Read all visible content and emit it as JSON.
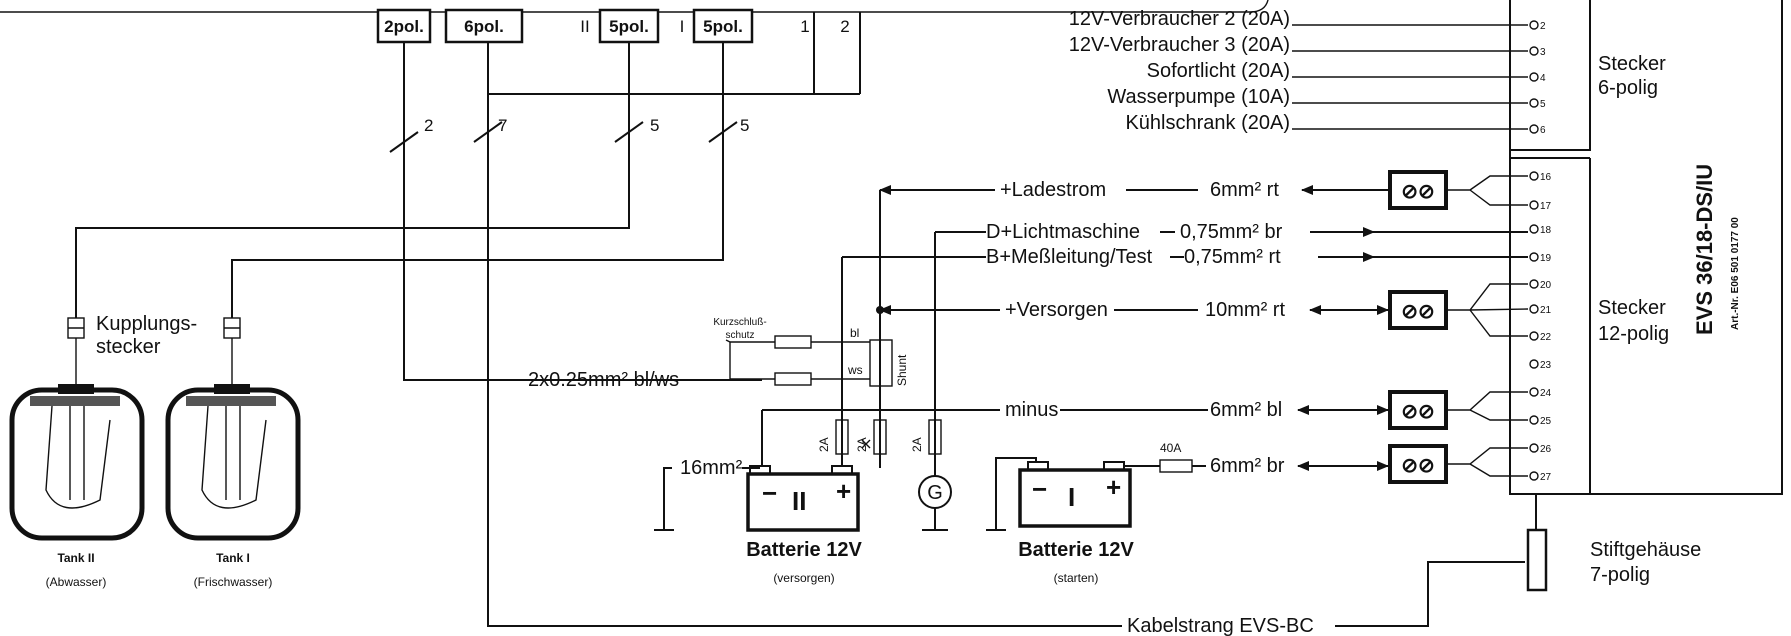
{
  "connectors": {
    "c2pol": "2pol.",
    "c6pol": "6pol.",
    "roman2": "II",
    "c5pol_a": "5pol.",
    "roman1": "I",
    "c5pol_b": "5pol.",
    "num1": "1",
    "num2": "2"
  },
  "wire_counts": {
    "w2": "2",
    "w7": "7",
    "w5a": "5",
    "w5b": "5"
  },
  "consumers": {
    "v2": "12V-Verbraucher 2 (20A)",
    "v3": "12V-Verbraucher 3 (20A)",
    "sofort": "Sofortlicht (20A)",
    "pumpe": "Wasserpumpe (10A)",
    "kuehl": "Kühlschrank (20A)"
  },
  "pins": {
    "p2": "2",
    "p3": "3",
    "p4": "4",
    "p5": "5",
    "p6": "6",
    "p16": "16",
    "p17": "17",
    "p18": "18",
    "p19": "19",
    "p20": "20",
    "p21": "21",
    "p22": "22",
    "p23": "23",
    "p24": "24",
    "p25": "25",
    "p26": "26",
    "p27": "27"
  },
  "stecker6": {
    "line1": "Stecker",
    "line2": "6-polig"
  },
  "stecker12": {
    "line1": "Stecker",
    "line2": "12-polig"
  },
  "stift": {
    "line1": "Stiftgehäuse",
    "line2": "7-polig"
  },
  "device": {
    "name": "EVS 36/18-DS/IU",
    "artnr": "Art.-Nr. E06 501 0177 00"
  },
  "signals": {
    "ladestrom": "+Ladestrom",
    "ladestrom_wire": "6mm² rt",
    "dplus": "D+Lichtmaschine",
    "dplus_wire": "0,75mm² br",
    "bplus": "B+Meßleitung/Test",
    "bplus_wire": "0,75mm² rt",
    "versorgen": "+Versorgen",
    "versorgen_wire": "10mm² rt",
    "minus": "minus",
    "minus_wire": "6mm² bl",
    "start_wire": "6mm² br",
    "fuse40": "40A"
  },
  "terminal_symbol": "⊘⊘",
  "tanks": {
    "kupplung1": "Kupplungs-",
    "kupplung2": "stecker",
    "tank2_name": "Tank II",
    "tank2_sub": "(Abwasser)",
    "tank1_name": "Tank I",
    "tank1_sub": "(Frischwasser)"
  },
  "shunt": {
    "kurz1": "Kurzschluß-",
    "kurz2": "schutz",
    "bl": "bl",
    "ws": "ws",
    "shunt_label": "Shunt",
    "sensor_wire": "2x0.25mm² bl/ws"
  },
  "fuses": {
    "f2a_a": "2A",
    "f2a_b": "2A",
    "f2a_c": "2A"
  },
  "battery2": {
    "cable": "16mm²",
    "minus": "−",
    "plus": "+",
    "roman": "II",
    "name": "Batterie 12V",
    "sub": "(versorgen)"
  },
  "battery1": {
    "minus": "−",
    "plus": "+",
    "roman": "I",
    "name": "Batterie 12V",
    "sub": "(starten)"
  },
  "generator": {
    "symbol": "G"
  },
  "harness": {
    "label": "Kabelstrang EVS-BC"
  }
}
